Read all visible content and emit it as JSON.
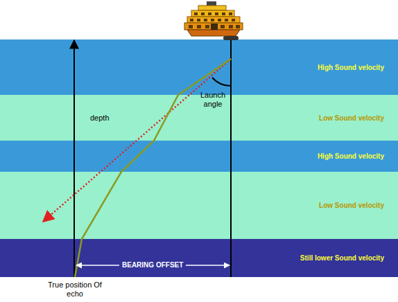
{
  "diagram": {
    "nodes": [
      {
        "text": [
          "High Sound velocity"
        ]
      },
      {
        "text": [
          "Low Sound velocity"
        ]
      },
      {
        "text": [
          "High Sound velocity"
        ]
      },
      {
        "text": [
          "Low Sound velocity"
        ]
      },
      {
        "text": [
          "Still lower Sound velocity"
        ]
      }
    ],
    "labels": [
      "depth",
      "Launch angle",
      "BEARING OFFSET",
      "True position Of echo"
    ]
  }
}
